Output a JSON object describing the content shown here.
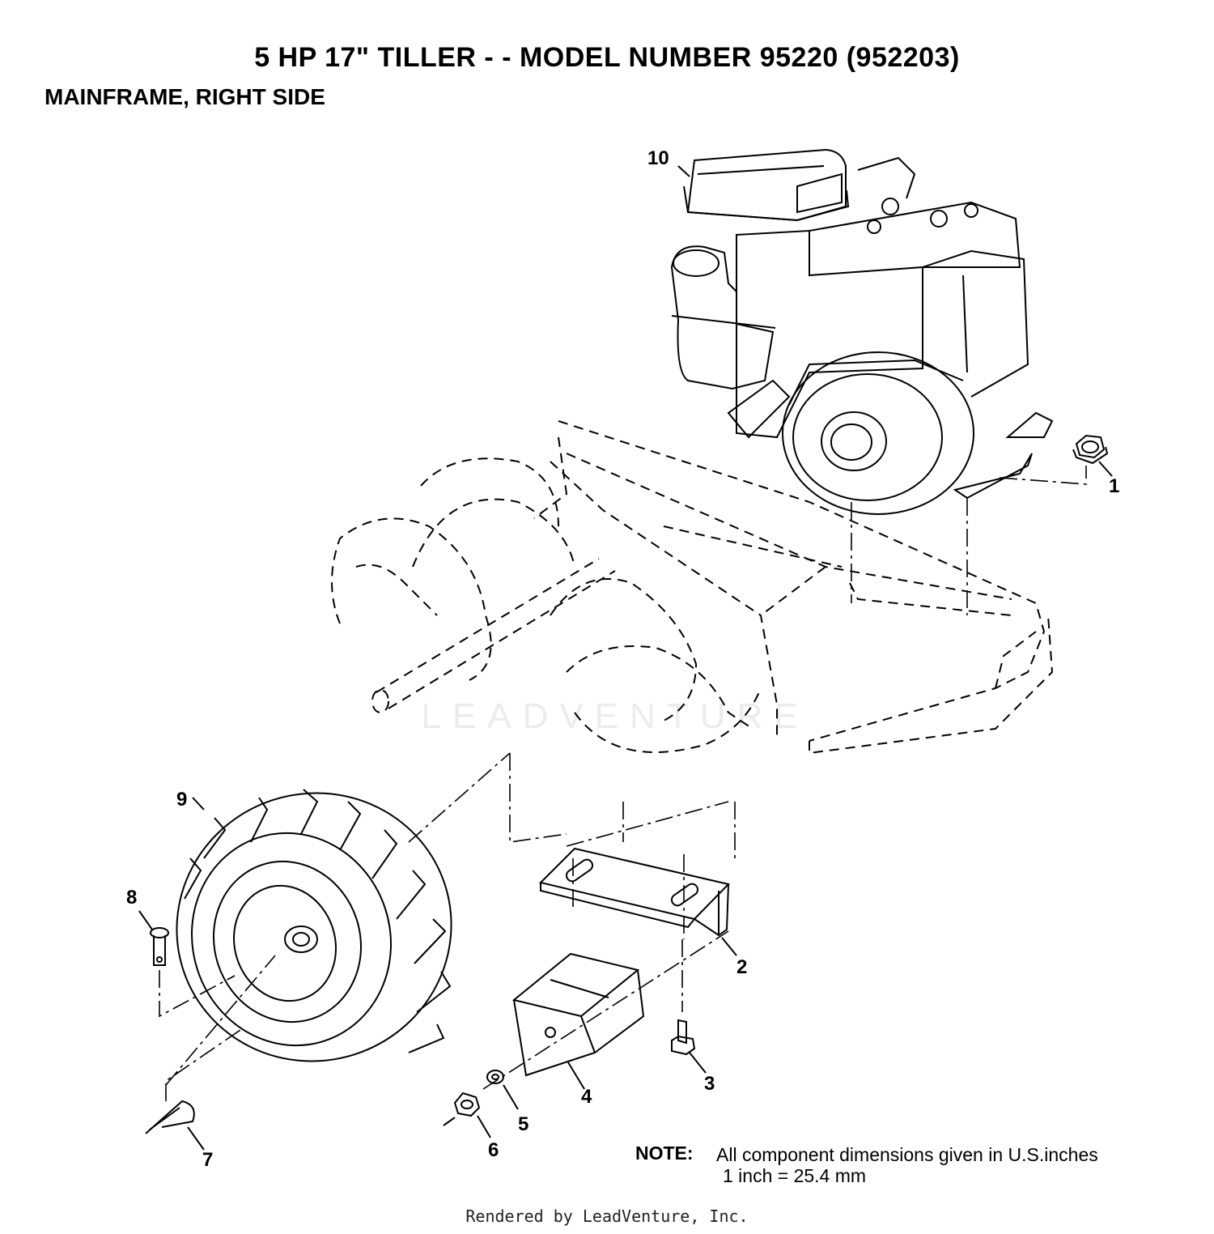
{
  "header": {
    "title": "5 HP 17\" TILLER - - MODEL NUMBER 95220 (952203)",
    "subtitle": "MAINFRAME, RIGHT SIDE"
  },
  "callouts": {
    "c1": "1",
    "c2": "2",
    "c3": "3",
    "c4": "4",
    "c5": "5",
    "c6": "6",
    "c7": "7",
    "c8": "8",
    "c9": "9",
    "c10": "10"
  },
  "note": {
    "label": "NOTE:",
    "line1": "All component dimensions given in U.S.inches",
    "line2": "1 inch = 25.4 mm"
  },
  "watermark": "LEADVENTURE",
  "footer": "Rendered by LeadVenture, Inc."
}
